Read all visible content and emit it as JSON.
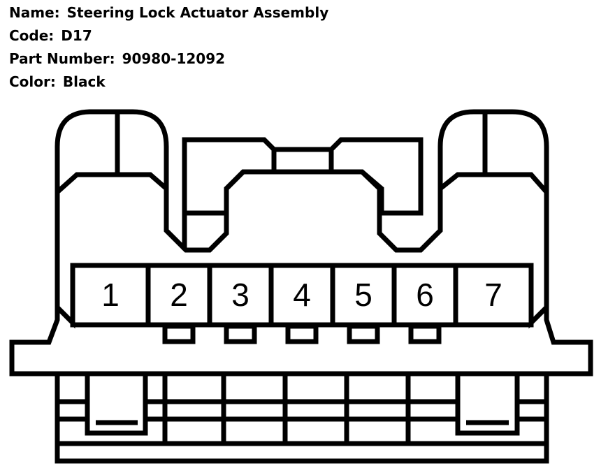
{
  "header": {
    "name_label": "Name:",
    "name_value": "Steering Lock Actuator Assembly",
    "code_label": "Code:",
    "code_value": "D17",
    "part_label": "Part Number:",
    "part_value": "90980-12092",
    "color_label": "Color:",
    "color_value": "Black"
  },
  "connector": {
    "pins": [
      "1",
      "2",
      "3",
      "4",
      "5",
      "6",
      "7"
    ],
    "line_color": "#000000",
    "fill_color": "#ffffff"
  }
}
